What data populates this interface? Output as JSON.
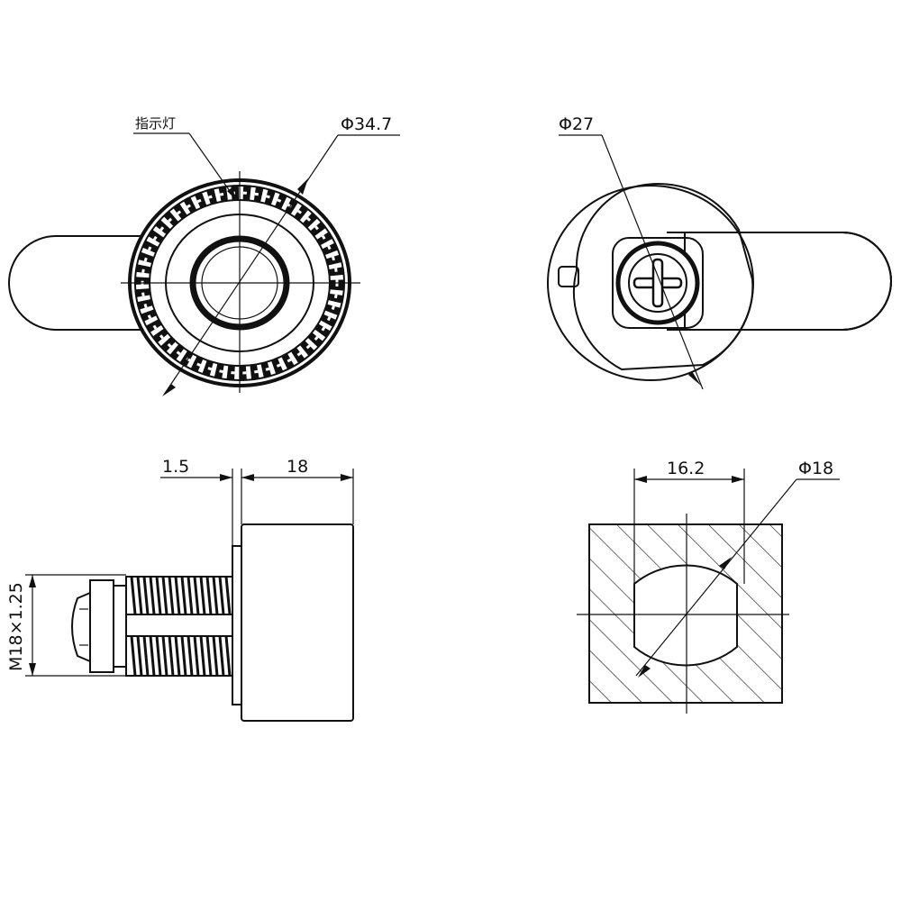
{
  "labels": {
    "indicator_light": "指示灯",
    "front_diameter": "Φ34.7",
    "back_diameter": "Φ27",
    "flange_thickness": "1.5",
    "body_length": "18",
    "thread_spec": "M18×1.25",
    "flat_width": "16.2",
    "hole_diameter": "Φ18"
  }
}
